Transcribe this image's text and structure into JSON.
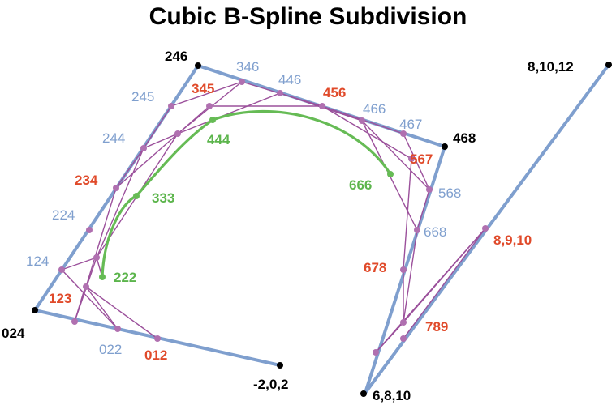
{
  "title": "Cubic B-Spline Subdivision",
  "colors": {
    "control_polygon": "#7f9fce",
    "refined_polygon": "#9b509b",
    "curve": "#66bb55",
    "vertex_point": "#b070b0",
    "curve_point": "#66bb55",
    "endpoint": "#000000",
    "label_control": "#7f9fce",
    "label_refined": "#e04a2a",
    "label_curve": "#5cb54c",
    "label_endpoint": "#000000"
  },
  "labels": {
    "p024": "024",
    "p246": "246",
    "p468": "468",
    "p6810": "6,8,10",
    "p81012": "8,10,12",
    "m202": "-2,0,2",
    "p012": "012",
    "p123": "123",
    "p234": "234",
    "p345": "345",
    "p456": "456",
    "p567": "567",
    "p678": "678",
    "p789": "789",
    "p8910": "8,9,10",
    "p022": "022",
    "p124": "124",
    "p224": "224",
    "p244": "244",
    "p245": "245",
    "p346": "346",
    "p446": "446",
    "p466": "466",
    "p467": "467",
    "p568": "568",
    "p668": "668",
    "p222": "222",
    "p333": "333",
    "p444": "444",
    "p666": "666"
  }
}
